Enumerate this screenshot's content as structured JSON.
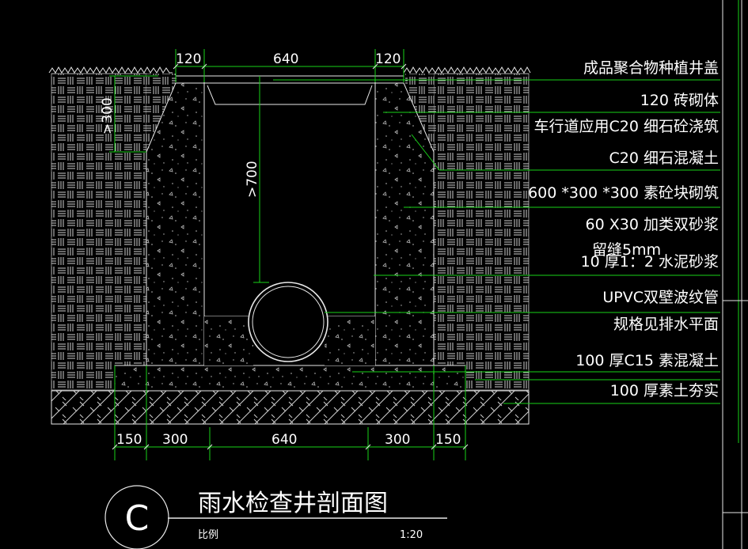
{
  "title": "雨水检查井剖面图",
  "detail_symbol": "C",
  "scale_label": "比例",
  "scale_value": "1:20",
  "top_dims": [
    "120",
    "640",
    "120"
  ],
  "bottom_dims": [
    "150",
    "300",
    "640",
    "300",
    "150"
  ],
  "vertical_dims": [
    ">300",
    ">700"
  ],
  "callouts": [
    "成品聚合物种植井盖",
    "120 砖砌体",
    "车行道应用C20 细石砼浇筑",
    "C20 细石混凝土",
    "600 *300 *300 素砼块砌筑",
    "60 X30 加类双砂浆",
    "留缝5mm",
    "10 厚1：2 水泥砂浆",
    "UPVC双壁波纹管",
    "规格见排水平面",
    "100 厚C15 素混凝土",
    "100 厚素土夯实"
  ],
  "colors": {
    "background": "#000000",
    "leader": "#19d219",
    "linework": "#e8e8e8",
    "text": "#ffffff"
  }
}
